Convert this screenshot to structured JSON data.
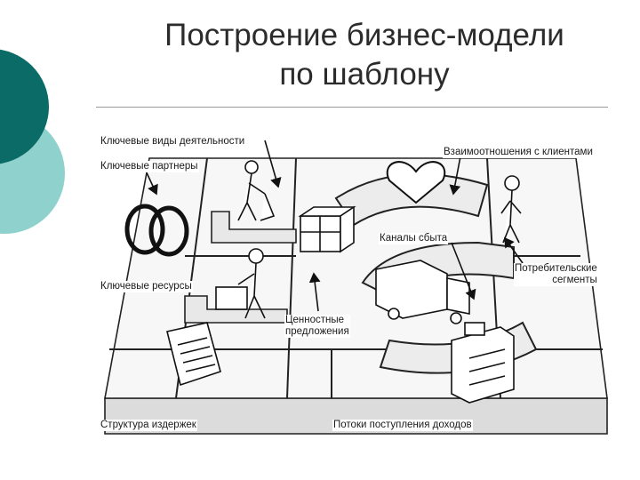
{
  "slide": {
    "title_line1": "Построение бизнес-модели",
    "title_line2": "по шаблону"
  },
  "labels": {
    "key_activities": "Ключевые виды деятельности",
    "key_partners": "Ключевые партнеры",
    "customer_relationships": "Взаимоотношения с клиентами",
    "channels": "Каналы сбыта",
    "customer_segments_1": "Потребительские",
    "customer_segments_2": "сегменты",
    "key_resources": "Ключевые ресурсы",
    "value_propositions_1": "Ценностные",
    "value_propositions_2": "предложения",
    "cost_structure": "Структура издержек",
    "revenue_streams": "Потоки поступления доходов"
  },
  "colors": {
    "accent_dark": "#0b6b66",
    "accent_light": "#8fd1cc"
  }
}
